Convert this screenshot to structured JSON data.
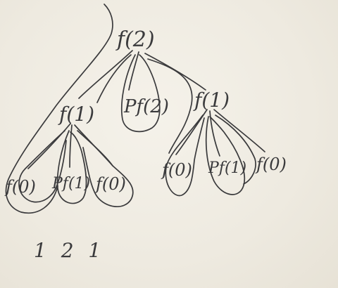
{
  "tree": {
    "root": "f(2)",
    "level1": [
      "f(1)",
      "Pf(2)",
      "f(1)"
    ],
    "level2_left": [
      "f(0)",
      "Pf(1)",
      "f(0)"
    ],
    "level2_right": [
      "f(0)",
      "Pf(1)",
      "f(0)"
    ]
  },
  "sequence": "1 2 1"
}
